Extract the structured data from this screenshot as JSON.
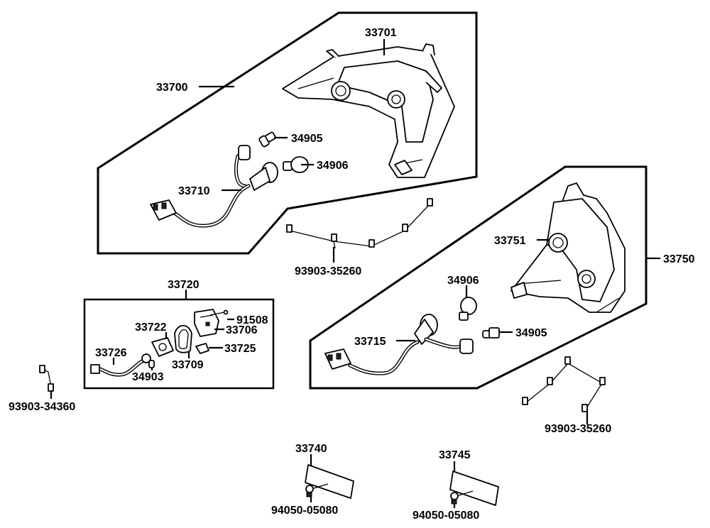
{
  "labels": {
    "l33701": "33701",
    "l33700": "33700",
    "l34905a": "34905",
    "l34906a": "34906",
    "l33710": "33710",
    "l93903a": "93903-35260",
    "l33751": "33751",
    "l33750": "33750",
    "l34906b": "34906",
    "l34905b": "34905",
    "l33715": "33715",
    "l93903b": "93903-35260",
    "l33720": "33720",
    "l91508": "91508",
    "l33722": "33722",
    "l33706": "33706",
    "l33725": "33725",
    "l33726": "33726",
    "l33709": "33709",
    "l34903": "34903",
    "l93903c": "93903-34360",
    "l33740": "33740",
    "l33745": "33745",
    "l94050a": "94050-05080",
    "l94050b": "94050-05080"
  }
}
